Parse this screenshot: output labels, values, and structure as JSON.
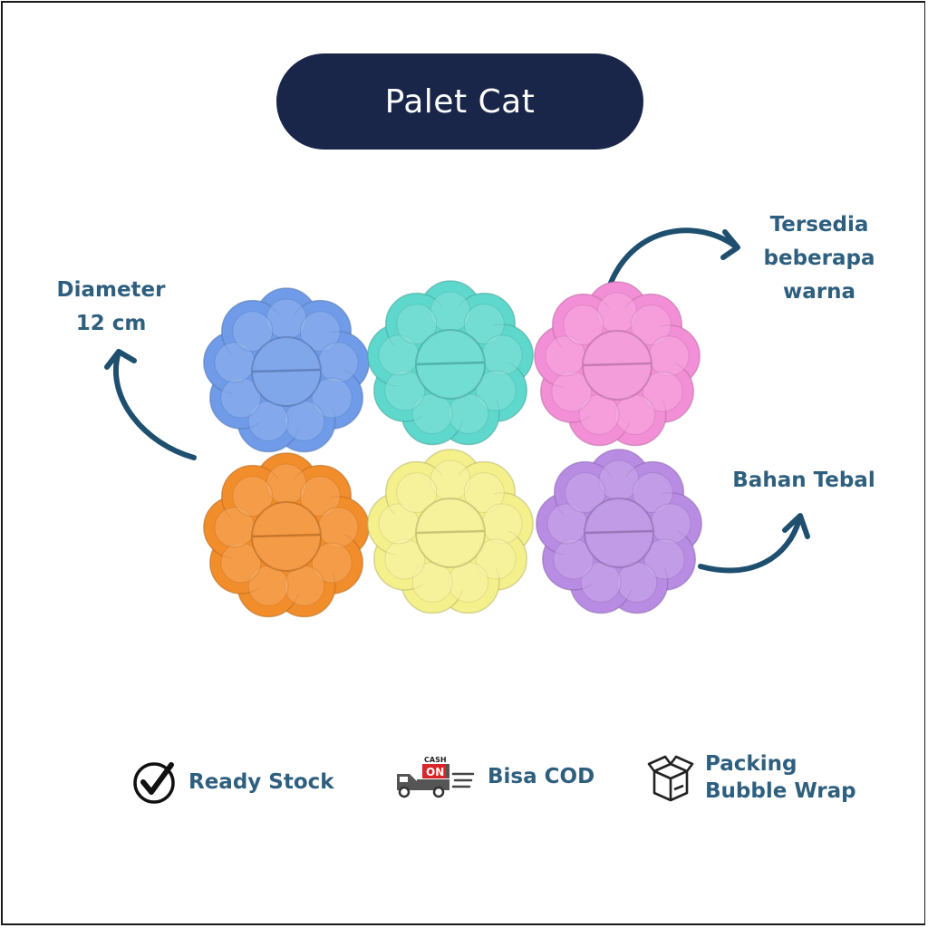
{
  "title": "Palet Cat",
  "callouts": {
    "diameter": [
      "Diameter",
      "12 cm"
    ],
    "colors": [
      "Tersedia",
      "beberapa",
      "warna"
    ],
    "material": "Bahan Tebal"
  },
  "palettes": [
    {
      "name": "blue",
      "color": "#6f9be8"
    },
    {
      "name": "teal",
      "color": "#5ed8cc"
    },
    {
      "name": "pink",
      "color": "#f38fd6"
    },
    {
      "name": "orange",
      "color": "#f28d2c"
    },
    {
      "name": "yellow",
      "color": "#f4f08c"
    },
    {
      "name": "purple",
      "color": "#b88ce3"
    }
  ],
  "features": {
    "ready_stock": "Ready Stock",
    "cod": "Bisa COD",
    "cod_badge_top": "CASH",
    "cod_badge_main": "ON",
    "packing": [
      "Packing",
      "Bubble Wrap"
    ]
  },
  "colors": {
    "title_bg": "#19264a",
    "accent_text": "#2e5f7e",
    "arrow": "#1f4f6f"
  }
}
